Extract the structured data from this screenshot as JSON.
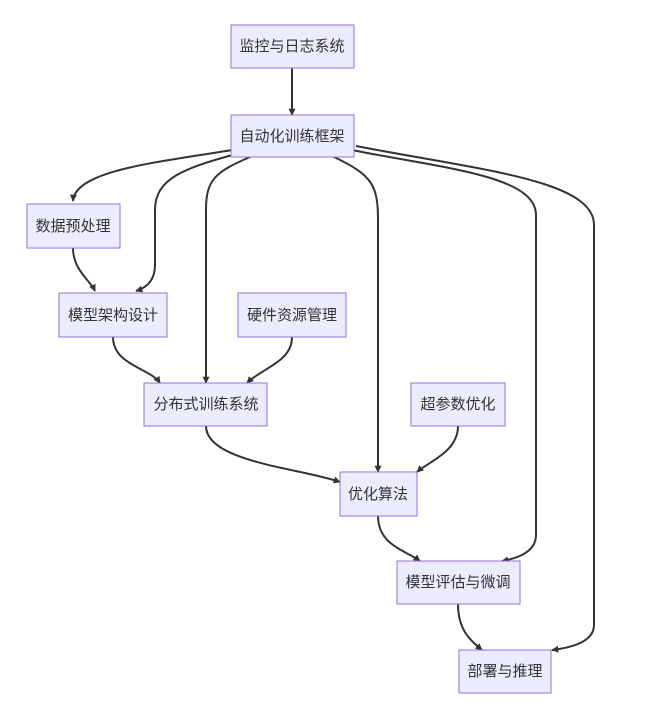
{
  "diagram": {
    "type": "flowchart",
    "colors": {
      "node_fill": "#ECECFF",
      "node_border": "#9370DB",
      "edge": "#333333",
      "text": "#333333"
    },
    "nodes": [
      {
        "id": "monitor",
        "label": "监控与日志系统"
      },
      {
        "id": "autotrain",
        "label": "自动化训练框架"
      },
      {
        "id": "dataprep",
        "label": "数据预处理"
      },
      {
        "id": "modelarch",
        "label": "模型架构设计"
      },
      {
        "id": "hwres",
        "label": "硬件资源管理"
      },
      {
        "id": "disttrain",
        "label": "分布式训练系统"
      },
      {
        "id": "hyperopt",
        "label": "超参数优化"
      },
      {
        "id": "optalgo",
        "label": "优化算法"
      },
      {
        "id": "evaltune",
        "label": "模型评估与微调"
      },
      {
        "id": "deploy",
        "label": "部署与推理"
      }
    ],
    "edges": [
      {
        "from": "monitor",
        "to": "autotrain"
      },
      {
        "from": "autotrain",
        "to": "dataprep"
      },
      {
        "from": "autotrain",
        "to": "modelarch"
      },
      {
        "from": "autotrain",
        "to": "disttrain"
      },
      {
        "from": "autotrain",
        "to": "optalgo"
      },
      {
        "from": "autotrain",
        "to": "evaltune"
      },
      {
        "from": "autotrain",
        "to": "deploy"
      },
      {
        "from": "dataprep",
        "to": "modelarch"
      },
      {
        "from": "modelarch",
        "to": "disttrain"
      },
      {
        "from": "hwres",
        "to": "disttrain"
      },
      {
        "from": "disttrain",
        "to": "optalgo"
      },
      {
        "from": "hyperopt",
        "to": "optalgo"
      },
      {
        "from": "optalgo",
        "to": "evaltune"
      },
      {
        "from": "evaltune",
        "to": "deploy"
      }
    ]
  }
}
